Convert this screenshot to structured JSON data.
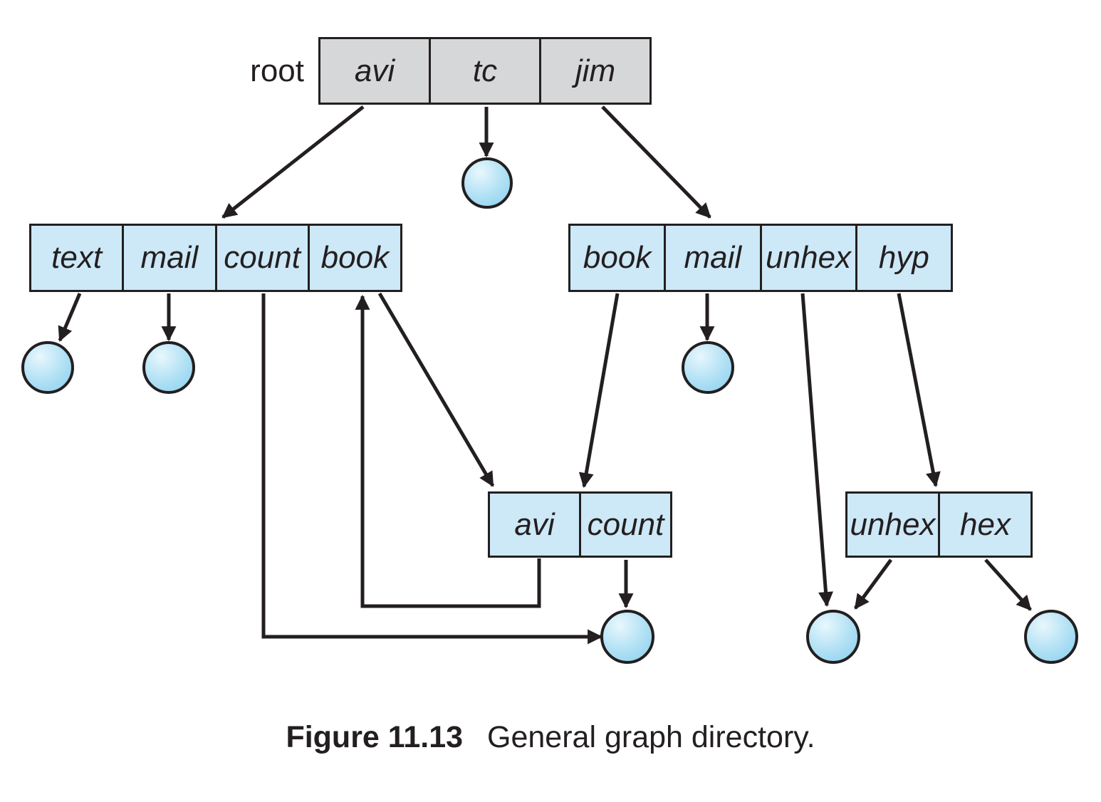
{
  "root_label": "root",
  "tables": {
    "root": {
      "cells": [
        "avi",
        "tc",
        "jim"
      ]
    },
    "dir_left": {
      "cells": [
        "text",
        "mail",
        "count",
        "book"
      ]
    },
    "dir_right": {
      "cells": [
        "book",
        "mail",
        "unhex",
        "hyp"
      ]
    },
    "dir_mid": {
      "cells": [
        "avi",
        "count"
      ]
    },
    "dir_bottom": {
      "cells": [
        "unhex",
        "hex"
      ]
    }
  },
  "caption": {
    "label": "Figure 11.13",
    "text": "General graph directory."
  },
  "colors": {
    "line": "#231f20",
    "directory_fill": "#cde8f7",
    "root_fill": "#d6d7d8",
    "file_fill": "#a9ddf3",
    "file_highlight": "#e8f7fd",
    "background": "#ffffff"
  },
  "icons": {
    "file_node": "file-circle-icon",
    "arrow": "arrowhead-icon"
  },
  "edges": [
    "root/avi -> left directory",
    "root/tc -> file",
    "root/jim -> right directory",
    "left/text -> file",
    "left/mail -> file",
    "left/count -> shared file (bottom)",
    "left/book -> avi-count directory",
    "avi-count/avi -> left/book (cycle)",
    "avi-count/count -> shared file (bottom)",
    "right/book -> avi-count directory",
    "right/mail -> file",
    "right/unhex -> shared file (bottom right)",
    "right/hyp -> unhex-hex directory",
    "unhex-hex/unhex -> shared file (bottom right)",
    "unhex-hex/hex -> file"
  ]
}
